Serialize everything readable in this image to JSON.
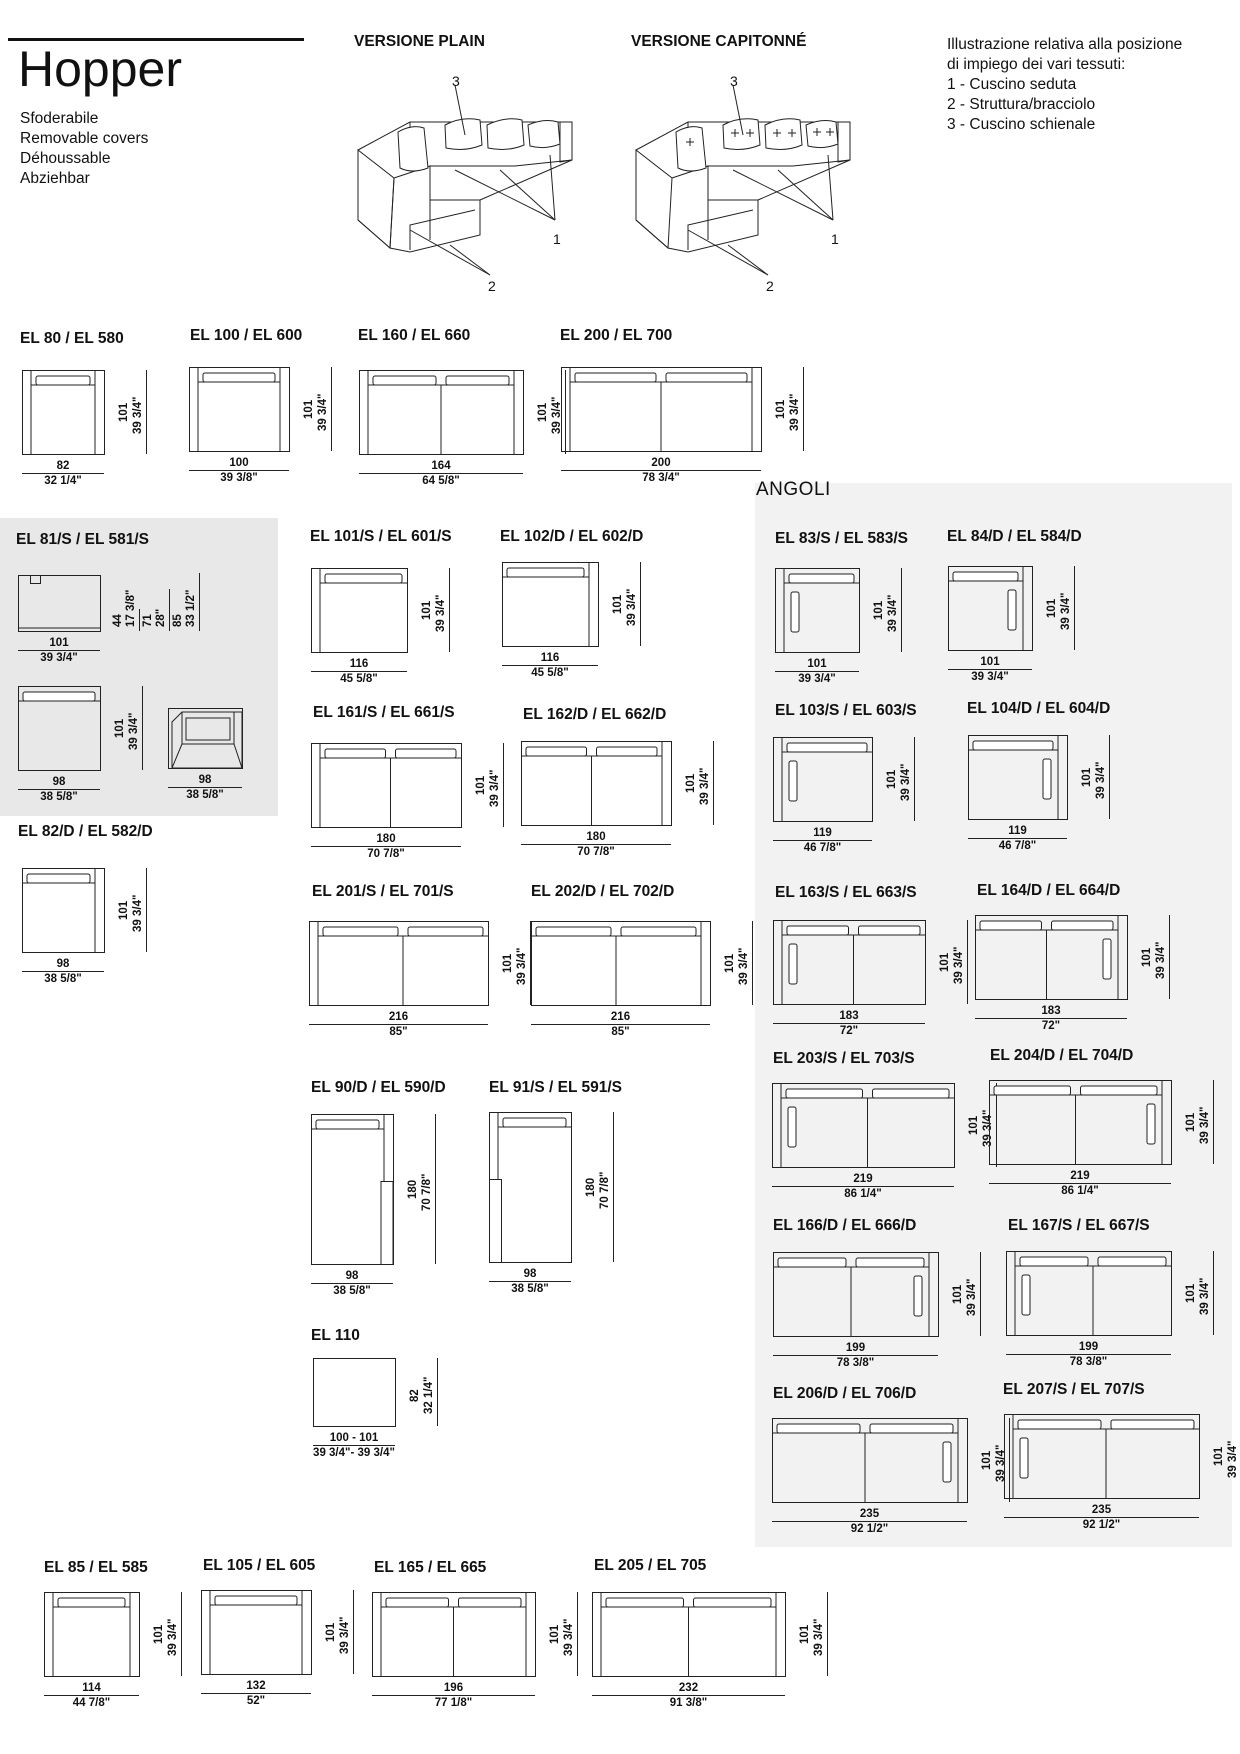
{
  "header": {
    "title": "Hopper",
    "covers": [
      "Sfoderabile",
      "Removable covers",
      "Déhoussable",
      "Abziehbar"
    ]
  },
  "versions": {
    "plain": "VERSIONE PLAIN",
    "capitonne": "VERSIONE CAPITONNÉ",
    "callouts": [
      "3",
      "1",
      "2"
    ]
  },
  "legend": [
    "Illustrazione relativa alla posizione",
    "di impiego dei vari tessuti:",
    "1 - Cuscino seduta",
    "2 - Struttura/bracciolo",
    "3 - Cuscino schienale"
  ],
  "angoli_label": "ANGOLI",
  "models": [
    {
      "id": "m1",
      "name": "EL 80 / EL 580",
      "w": "82",
      "wi": "32 1/4\"",
      "d": "101",
      "di": "39 3/4\""
    },
    {
      "id": "m2",
      "name": "EL 100 / EL 600",
      "w": "100",
      "wi": "39 3/8\"",
      "d": "101",
      "di": "39 3/4\""
    },
    {
      "id": "m3",
      "name": "EL 160 / EL 660",
      "w": "164",
      "wi": "64 5/8\"",
      "d": "101",
      "di": "39 3/4\""
    },
    {
      "id": "m4",
      "name": "EL 200 / EL 700",
      "w": "200",
      "wi": "78 3/4\"",
      "d": "101",
      "di": "39 3/4\""
    },
    {
      "id": "m5",
      "name": "EL 81/S / EL 581/S",
      "w": "101",
      "wi": "39 3/4\"",
      "d": "",
      "di": "",
      "h": [
        "44",
        "17 3/8\"",
        "71",
        "28\"",
        "85",
        "33 1/2\""
      ]
    },
    {
      "id": "m5b",
      "name": "",
      "w": "98",
      "wi": "38 5/8\"",
      "d": "101",
      "di": "39 3/4\""
    },
    {
      "id": "m5c",
      "name": "",
      "w": "98",
      "wi": "38 5/8\"",
      "d": "",
      "di": ""
    },
    {
      "id": "m6",
      "name": "EL 82/D / EL 582/D",
      "w": "98",
      "wi": "38 5/8\"",
      "d": "101",
      "di": "39 3/4\""
    },
    {
      "id": "m7",
      "name": "EL 101/S / EL 601/S",
      "w": "116",
      "wi": "45 5/8\"",
      "d": "101",
      "di": "39 3/4\""
    },
    {
      "id": "m8",
      "name": "EL 102/D / EL 602/D",
      "w": "116",
      "wi": "45 5/8\"",
      "d": "101",
      "di": "39 3/4\""
    },
    {
      "id": "m9",
      "name": "EL 161/S / EL 661/S",
      "w": "180",
      "wi": "70 7/8\"",
      "d": "101",
      "di": "39 3/4\""
    },
    {
      "id": "m10",
      "name": "EL 162/D / EL 662/D",
      "w": "180",
      "wi": "70 7/8\"",
      "d": "101",
      "di": "39 3/4\""
    },
    {
      "id": "m11",
      "name": "EL 201/S / EL 701/S",
      "w": "216",
      "wi": "85\"",
      "d": "101",
      "di": "39 3/4\""
    },
    {
      "id": "m12",
      "name": "EL 202/D / EL 702/D",
      "w": "216",
      "wi": "85\"",
      "d": "101",
      "di": "39 3/4\""
    },
    {
      "id": "m13",
      "name": "EL 90/D / EL 590/D",
      "w": "98",
      "wi": "38 5/8\"",
      "d": "180",
      "di": "70 7/8\""
    },
    {
      "id": "m14",
      "name": "EL 91/S / EL 591/S",
      "w": "98",
      "wi": "38 5/8\"",
      "d": "180",
      "di": "70 7/8\""
    },
    {
      "id": "m15",
      "name": "EL 110",
      "w": "100 - 101",
      "wi": "39 3/4\"- 39 3/4\"",
      "d": "82",
      "di": "32 1/4\""
    },
    {
      "id": "m16",
      "name": "EL 83/S / EL 583/S",
      "w": "101",
      "wi": "39 3/4\"",
      "d": "101",
      "di": "39 3/4\""
    },
    {
      "id": "m17",
      "name": "EL 84/D / EL 584/D",
      "w": "101",
      "wi": "39 3/4\"",
      "d": "101",
      "di": "39 3/4\""
    },
    {
      "id": "m18",
      "name": "EL 103/S / EL 603/S",
      "w": "119",
      "wi": "46 7/8\"",
      "d": "101",
      "di": "39 3/4\""
    },
    {
      "id": "m19",
      "name": "EL 104/D / EL 604/D",
      "w": "119",
      "wi": "46 7/8\"",
      "d": "101",
      "di": "39 3/4\""
    },
    {
      "id": "m20",
      "name": "EL 163/S / EL 663/S",
      "w": "183",
      "wi": "72\"",
      "d": "101",
      "di": "39 3/4\""
    },
    {
      "id": "m21",
      "name": "EL 164/D / EL 664/D",
      "w": "183",
      "wi": "72\"",
      "d": "101",
      "di": "39 3/4\""
    },
    {
      "id": "m22",
      "name": "EL 203/S / EL 703/S",
      "w": "219",
      "wi": "86 1/4\"",
      "d": "101",
      "di": "39 3/4\""
    },
    {
      "id": "m23",
      "name": "EL 204/D / EL 704/D",
      "w": "219",
      "wi": "86 1/4\"",
      "d": "101",
      "di": "39 3/4\""
    },
    {
      "id": "m24",
      "name": "EL 166/D / EL 666/D",
      "w": "199",
      "wi": "78 3/8\"",
      "d": "101",
      "di": "39 3/4\""
    },
    {
      "id": "m25",
      "name": "EL 167/S / EL 667/S",
      "w": "199",
      "wi": "78 3/8\"",
      "d": "101",
      "di": "39 3/4\""
    },
    {
      "id": "m26",
      "name": "EL 206/D / EL 706/D",
      "w": "235",
      "wi": "92 1/2\"",
      "d": "101",
      "di": "39 3/4\""
    },
    {
      "id": "m27",
      "name": "EL 207/S / EL 707/S",
      "w": "235",
      "wi": "92 1/2\"",
      "d": "101",
      "di": "39 3/4\""
    },
    {
      "id": "m28",
      "name": "EL 85 / EL 585",
      "w": "114",
      "wi": "44 7/8\"",
      "d": "101",
      "di": "39 3/4\""
    },
    {
      "id": "m29",
      "name": "EL 105 / EL 605",
      "w": "132",
      "wi": "52\"",
      "d": "101",
      "di": "39 3/4\""
    },
    {
      "id": "m30",
      "name": "EL 165 / EL 665",
      "w": "196",
      "wi": "77 1/8\"",
      "d": "101",
      "di": "39 3/4\""
    },
    {
      "id": "m31",
      "name": "EL 205 / EL 705",
      "w": "232",
      "wi": "91 3/8\"",
      "d": "101",
      "di": "39 3/4\""
    }
  ]
}
